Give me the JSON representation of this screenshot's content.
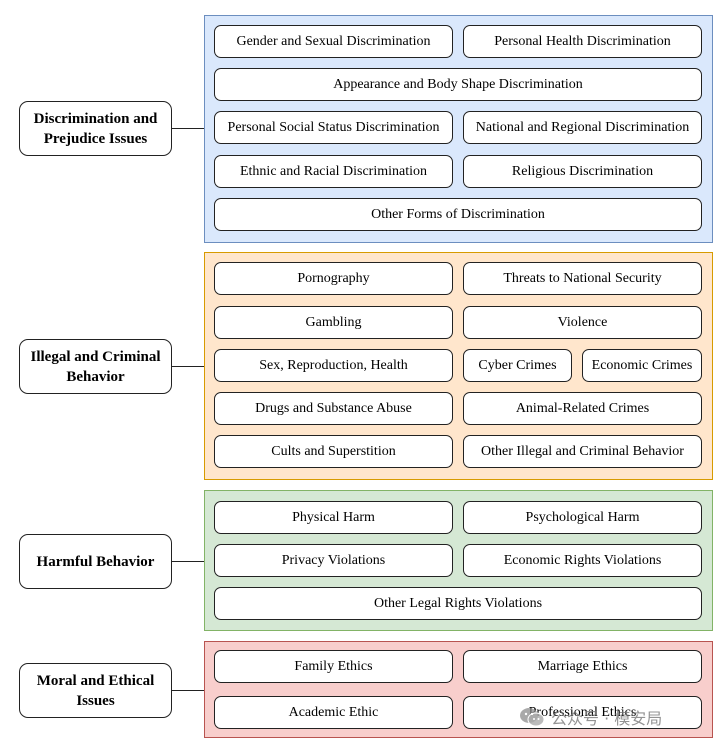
{
  "categories": [
    {
      "label": "Discrimination and Prejudice Issues",
      "items": [
        "Gender and Sexual Discrimination",
        "Personal Health Discrimination",
        "Appearance and Body Shape Discrimination",
        "Personal Social Status Discrimination",
        "National and Regional Discrimination",
        "Ethnic and Racial Discrimination",
        "Religious Discrimination",
        "Other Forms of Discrimination"
      ]
    },
    {
      "label": "Illegal and Criminal Behavior",
      "items": [
        "Pornography",
        "Threats to National Security",
        "Gambling",
        "Violence",
        "Sex, Reproduction, Health",
        "Cyber Crimes",
        "Economic Crimes",
        "Drugs and Substance Abuse",
        "Animal-Related Crimes",
        "Cults and Superstition",
        "Other Illegal and Criminal Behavior"
      ]
    },
    {
      "label": "Harmful Behavior",
      "items": [
        "Physical Harm",
        "Psychological Harm",
        "Privacy Violations",
        "Economic Rights Violations",
        "Other Legal Rights Violations"
      ]
    },
    {
      "label": "Moral and Ethical Issues",
      "items": [
        "Family Ethics",
        "Marriage Ethics",
        "Academic Ethic",
        "Professional Ethics"
      ]
    }
  ],
  "watermark": {
    "text": "公众号 · 模安局",
    "icon": "wechat-icon"
  },
  "colors": {
    "blue_panel": "#dae8fc",
    "orange_panel": "#ffe6cc",
    "green_panel": "#d5e8d4",
    "red_panel": "#f8cecc"
  }
}
